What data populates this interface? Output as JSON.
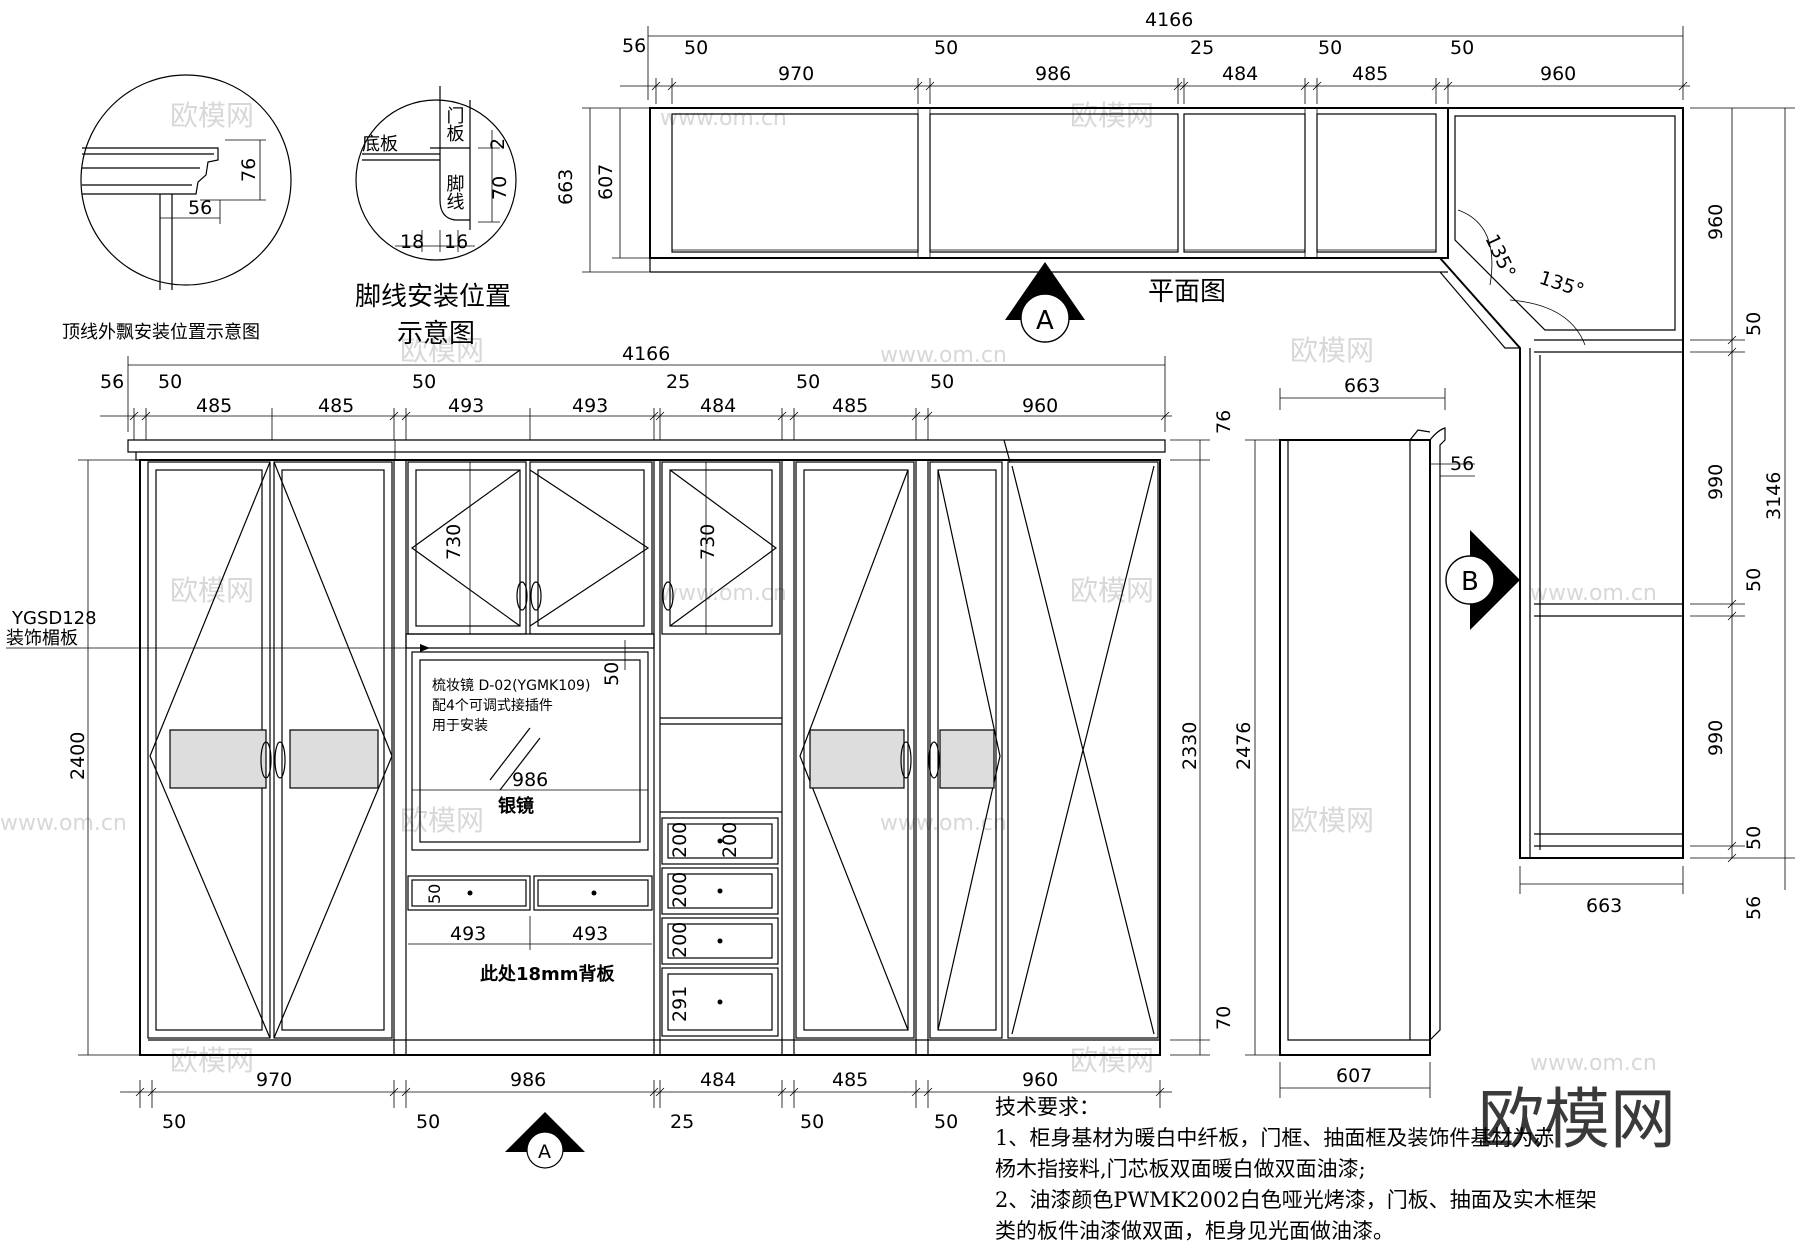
{
  "plan": {
    "title": "平面图",
    "top_total": "4166",
    "top_row": [
      "56",
      "50",
      "970",
      "50",
      "986",
      "25",
      "484",
      "50",
      "485",
      "50",
      "960"
    ],
    "depth_outer": "663",
    "depth_inner": "607",
    "angle_a": "135°",
    "angle_b": "135°",
    "side_total": "3146",
    "side_dims": [
      "960",
      "50",
      "990",
      "50",
      "990",
      "50",
      "56"
    ],
    "bottom_width": "663",
    "section_a": "A",
    "section_b": "B"
  },
  "detail_crown": {
    "caption": "顶线外飘安装位置示意图",
    "dim_h": "76",
    "dim_w": "56"
  },
  "detail_base": {
    "caption_1": "脚线安装位置",
    "caption_2": "示意图",
    "label_door": "门板",
    "label_bottom": "底板",
    "label_foot": "脚线",
    "dim_2": "2",
    "dim_70": "70",
    "dim_18": "18",
    "dim_16": "16"
  },
  "elevation": {
    "top_total": "4166",
    "top_small": [
      "56",
      "50",
      "50",
      "25",
      "50",
      "50"
    ],
    "top_row": [
      "485",
      "485",
      "493",
      "493",
      "484",
      "485",
      "960"
    ],
    "bottom_row": [
      "970",
      "986",
      "484",
      "485",
      "960"
    ],
    "bottom_small": [
      "50",
      "50",
      "25",
      "50",
      "50"
    ],
    "height_total": "2400",
    "height_body": "2330",
    "crown": "76",
    "base": "70",
    "upper_door_h_1": "730",
    "upper_door_h_2": "730",
    "gap_50": "50",
    "shelf_label_1": "YGSD128",
    "shelf_label_2": "装饰楣板",
    "mirror_1": "梳妆镜 D-02(YGMK109)",
    "mirror_2": "配4个可调式接插件",
    "mirror_3": "用于安装",
    "mirror_width": "986",
    "mirror_name": "银镜",
    "drawer_h": "50",
    "drawer_w_1": "493",
    "drawer_w_2": "493",
    "backboard": "此处18mm背板",
    "drawers": [
      "200",
      "200",
      "200",
      "200",
      "291"
    ],
    "section_a": "A"
  },
  "side_view": {
    "depth_top": "663",
    "depth_bottom": "607",
    "height": "2476",
    "dim_56": "56",
    "section_b": "B"
  },
  "notes": {
    "title": "技术要求：",
    "line_1": "1、柜身基材为暖白中纤板，门框、抽面框及装饰件基材为赤",
    "line_2": "杨木指接料,门芯板双面暖白做双面油漆;",
    "line_3": "2、油漆颜色PWMK2002白色哑光烤漆，门板、抽面及实木框架",
    "line_4": "类的板件油漆做双面，柜身见光面做油漆。"
  },
  "watermark": {
    "brand": "欧模网",
    "small": "欧模网",
    "url": "www.om.cn"
  }
}
